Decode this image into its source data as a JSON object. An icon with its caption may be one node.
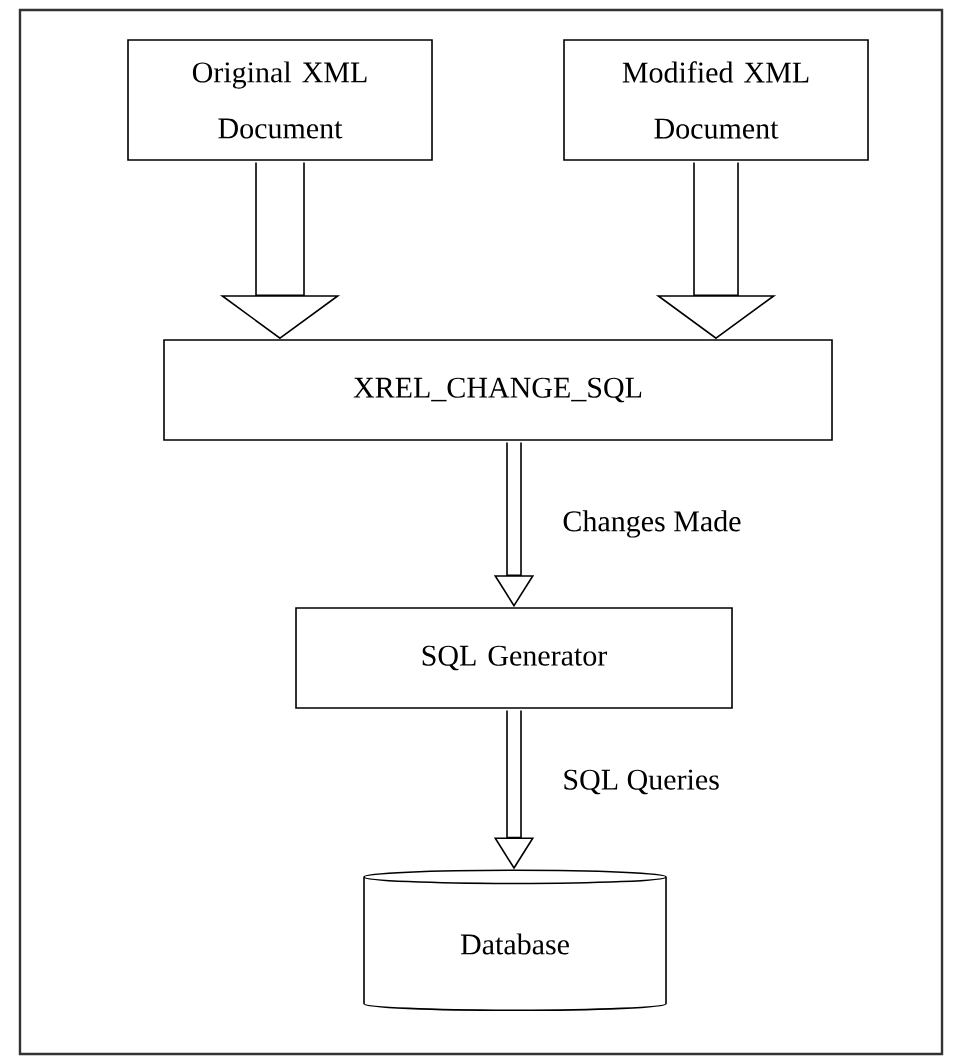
{
  "diagram": {
    "nodes": [
      {
        "text": [
          "Original XML Document"
        ]
      },
      {
        "text": [
          "Modified XML Document"
        ]
      },
      {
        "text": [
          "XREL_CHANGE_SQL"
        ]
      },
      {
        "text": [
          "SQL Generator"
        ]
      },
      {
        "text": [
          "Database"
        ]
      }
    ],
    "edges": [
      {
        "from": 0,
        "to": 2,
        "arrow": "to"
      },
      {
        "from": 1,
        "to": 2,
        "arrow": "to"
      },
      {
        "from": 2,
        "to": 3,
        "arrow": "to",
        "label": "Changes Made"
      },
      {
        "from": 3,
        "to": 4,
        "arrow": "to",
        "label": "SQL Queries"
      }
    ]
  }
}
